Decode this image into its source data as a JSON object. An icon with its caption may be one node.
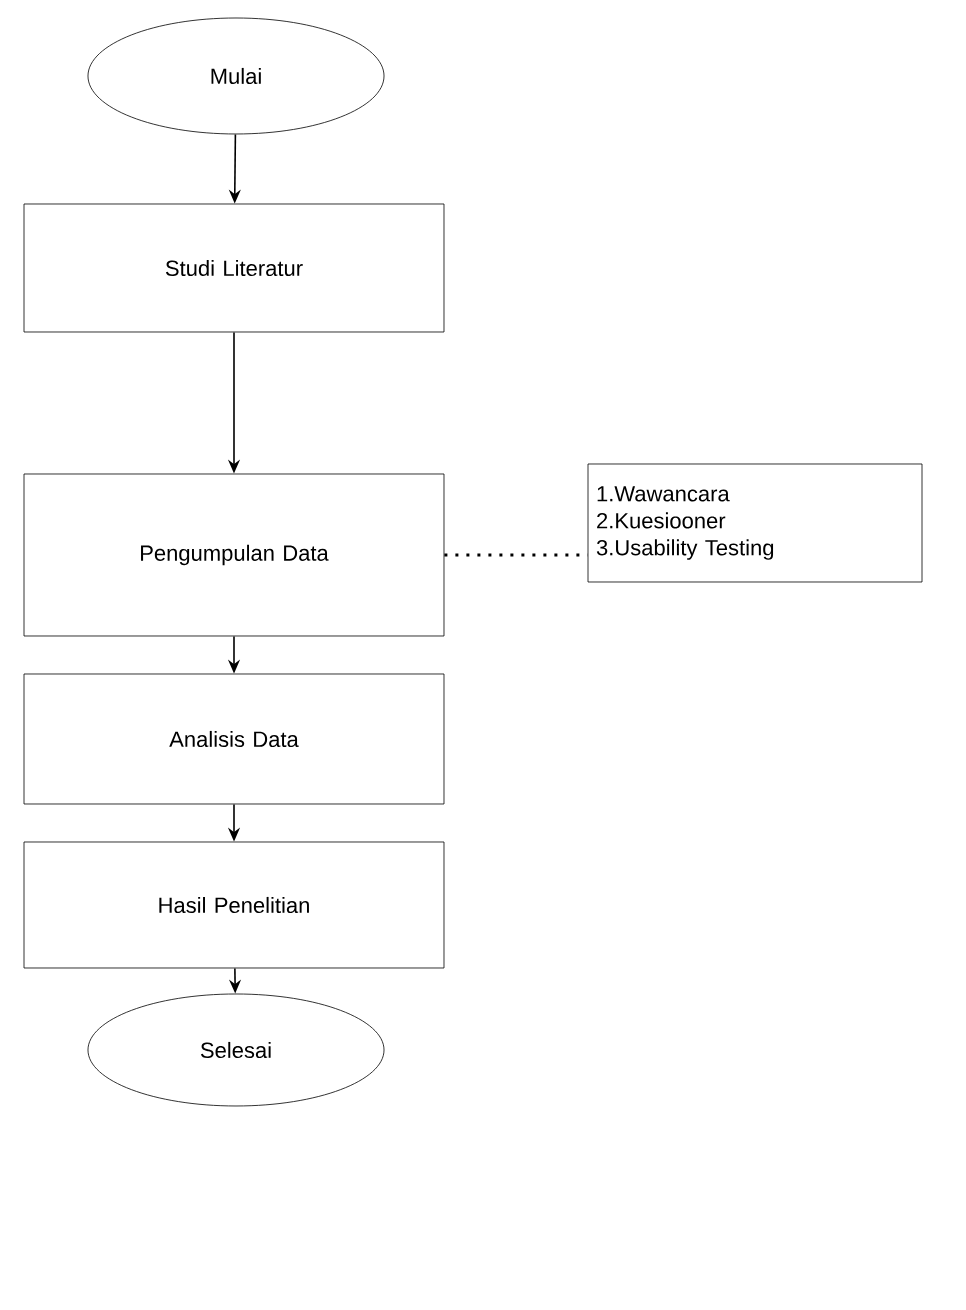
{
  "diagram": {
    "nodes": [
      {
        "text": [
          "Mulai"
        ]
      },
      {
        "text": [
          "Studi Literatur"
        ]
      },
      {
        "text": [
          "Pengumpulan Data"
        ]
      },
      {
        "text": [
          "1.Wawancara",
          "2.Kuesiooner",
          "3.Usability Testing"
        ]
      },
      {
        "text": [
          "Analisis Data"
        ]
      },
      {
        "text": [
          "Hasil Penelitian"
        ]
      },
      {
        "text": [
          "Selesai"
        ]
      }
    ],
    "edges": [
      {
        "from": 0,
        "to": 1,
        "arrow": "to"
      },
      {
        "from": 1,
        "to": 2,
        "arrow": "to"
      },
      {
        "from": 2,
        "to": 3,
        "arrow": "none",
        "style": "dashed"
      },
      {
        "from": 2,
        "to": 4,
        "arrow": "to"
      },
      {
        "from": 4,
        "to": 5,
        "arrow": "to"
      },
      {
        "from": 5,
        "to": 6,
        "arrow": "to"
      }
    ]
  }
}
